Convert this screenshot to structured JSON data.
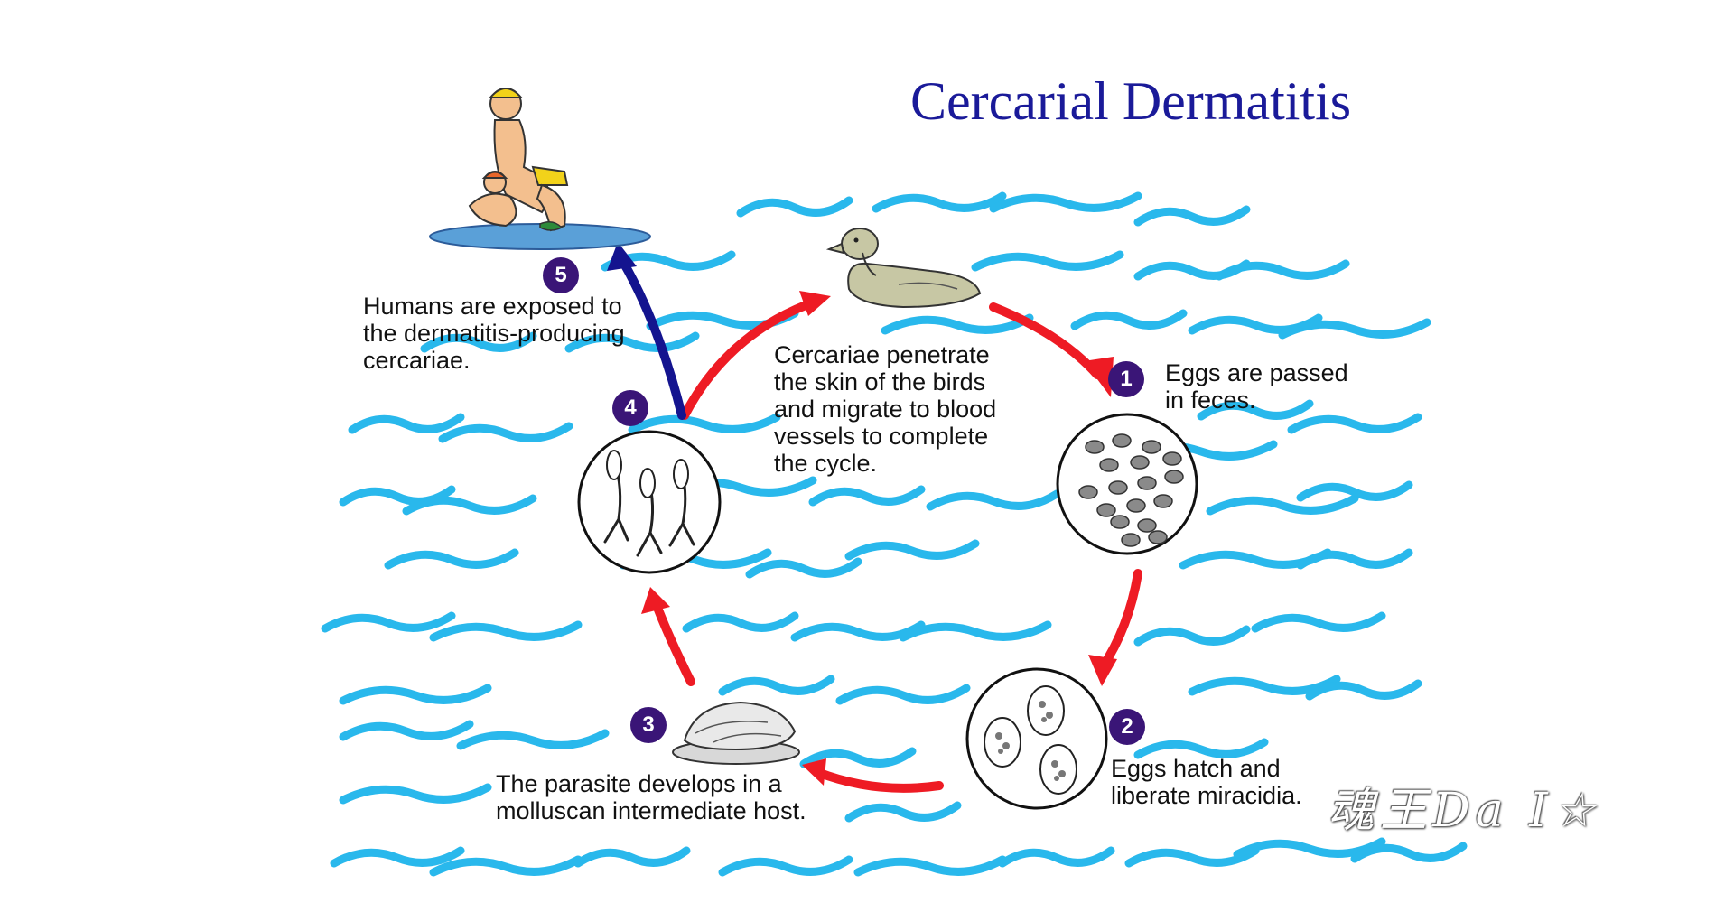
{
  "title": "Cercarial Dermatitis",
  "colors": {
    "water": "#29b8ec",
    "cycle_arrow": "#ee1b24",
    "human_arrow": "#14148f",
    "step_badge": "#3a1577",
    "title": "#1a1a99"
  },
  "steps": [
    {
      "number": "1",
      "lines": [
        "Eggs are passed",
        "in feces."
      ],
      "icon": "eggs-circle-icon"
    },
    {
      "number": "2",
      "lines": [
        "Eggs hatch and",
        "liberate miracidia."
      ],
      "icon": "miracidia-circle-icon"
    },
    {
      "number": "3",
      "lines": [
        "The parasite develops in a",
        "molluscan intermediate host."
      ],
      "icon": "snail-icon"
    },
    {
      "number": "4",
      "lines": [
        "Cercariae penetrate",
        "the skin of the birds",
        "and migrate to blood",
        "vessels to complete",
        "the cycle."
      ],
      "icon": "cercariae-circle-icon"
    },
    {
      "number": "5",
      "lines": [
        "Humans are exposed to",
        "the dermatitis-producing",
        "cercariae."
      ],
      "icon": "swimmers-icon"
    }
  ],
  "watermark": "魂王Da I☆"
}
